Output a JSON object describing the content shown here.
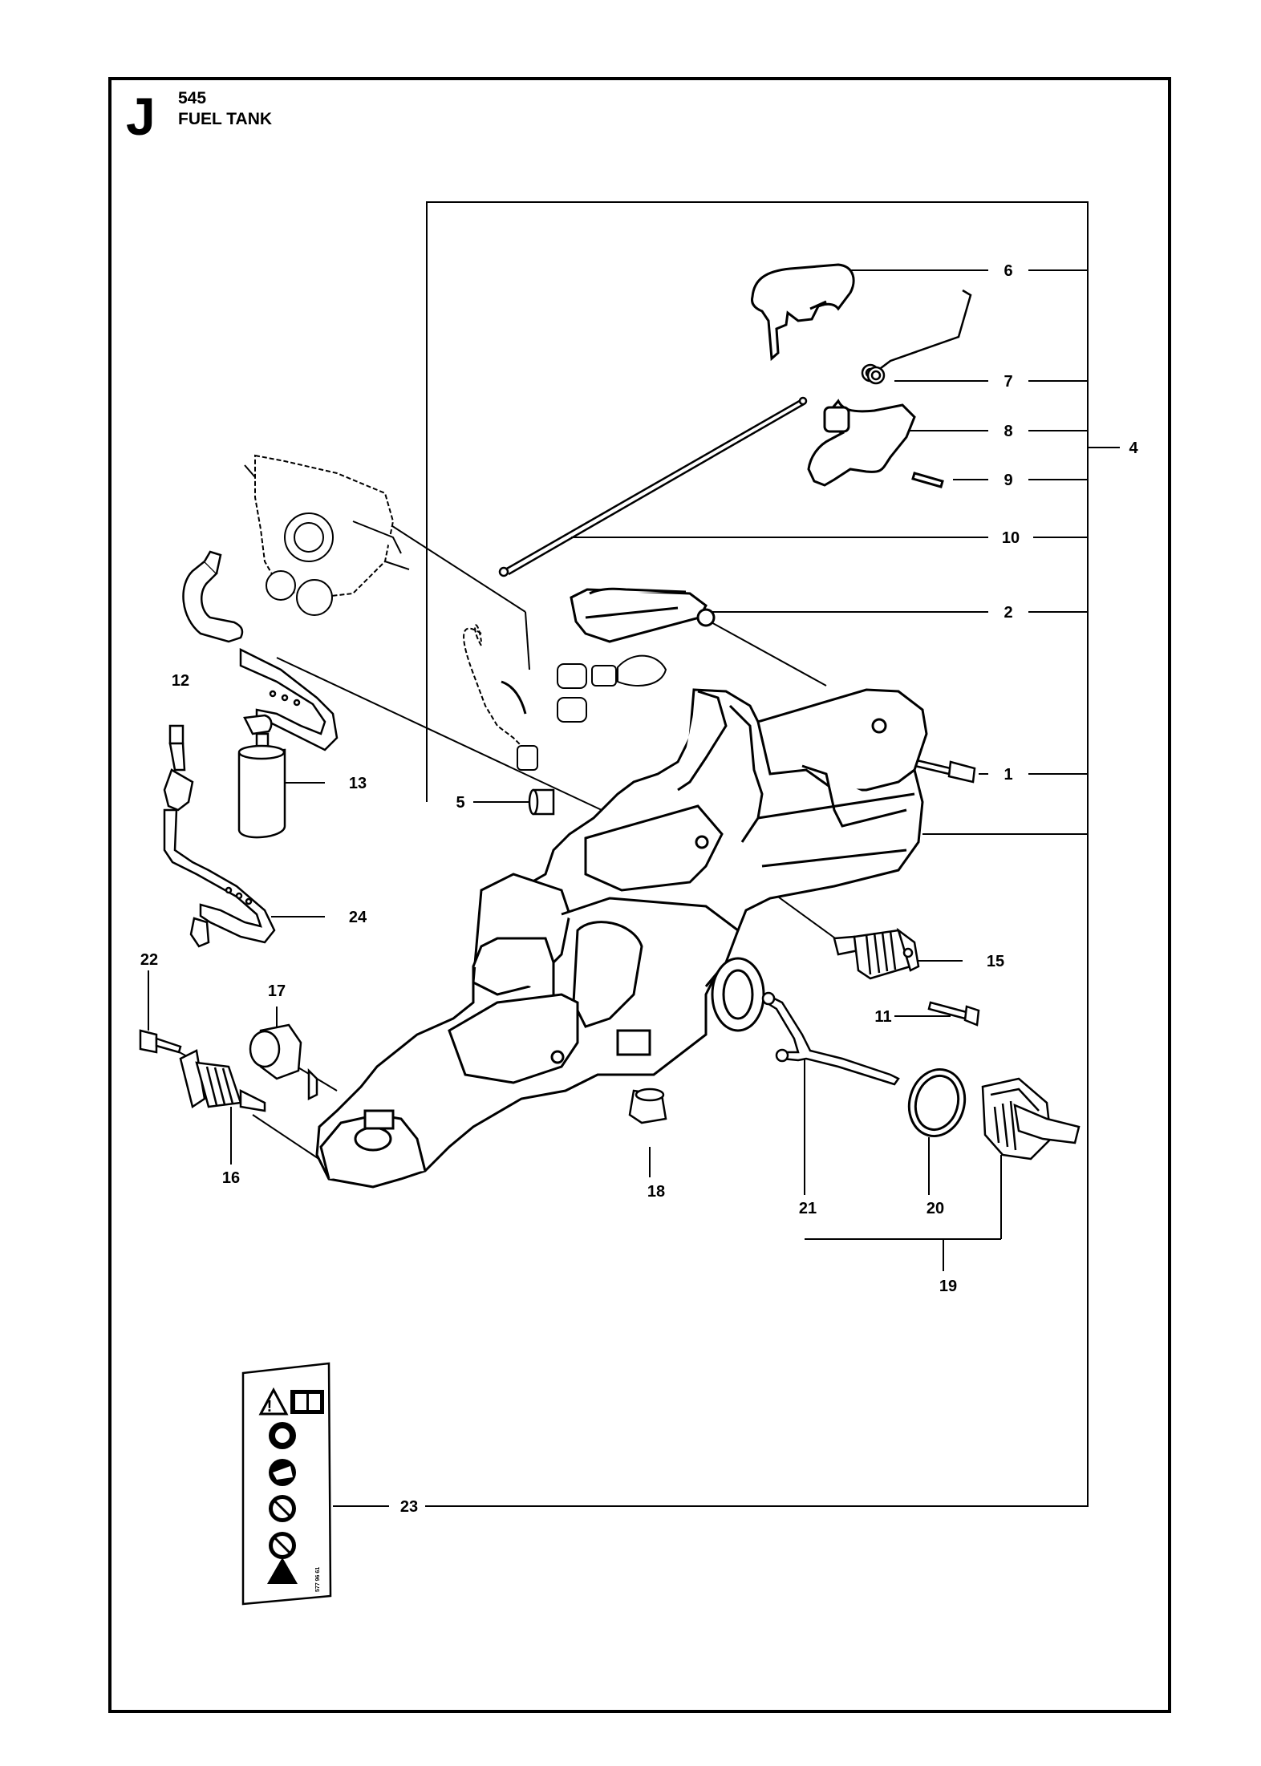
{
  "header": {
    "section_letter": "J",
    "model": "545",
    "title": "FUEL TANK"
  },
  "callouts": [
    {
      "num": "6"
    },
    {
      "num": "7"
    },
    {
      "num": "8"
    },
    {
      "num": "4"
    },
    {
      "num": "9"
    },
    {
      "num": "10"
    },
    {
      "num": "2"
    },
    {
      "num": "1"
    },
    {
      "num": "5"
    },
    {
      "num": "12"
    },
    {
      "num": "13"
    },
    {
      "num": "24"
    },
    {
      "num": "15"
    },
    {
      "num": "11"
    },
    {
      "num": "22"
    },
    {
      "num": "17"
    },
    {
      "num": "16"
    },
    {
      "num": "18"
    },
    {
      "num": "21"
    },
    {
      "num": "20"
    },
    {
      "num": "19"
    },
    {
      "num": "23"
    }
  ],
  "decal_code": "577 96 61"
}
